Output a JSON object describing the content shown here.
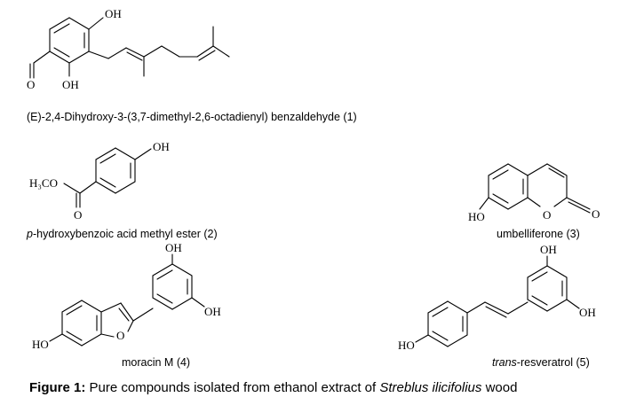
{
  "compounds": [
    {
      "id": 1,
      "name": "(E)-2,4-Dihydroxy-3-(3,7-dimethyl-2,6-octadienyl) benzaldehyde (1)",
      "labels": {
        "oh_top": "OH",
        "oh_bottom": "OH",
        "o": "O"
      }
    },
    {
      "id": 2,
      "name_prefix": "p",
      "name_rest": "-hydroxybenzoic acid methyl ester (2)",
      "labels": {
        "oh": "OH",
        "ome": "H₃CO",
        "o": "O"
      }
    },
    {
      "id": 3,
      "name": "umbelliferone (3)",
      "labels": {
        "ho": "HO",
        "o_ring": "O",
        "o_co": "O"
      }
    },
    {
      "id": 4,
      "name": "moracin M (4)",
      "labels": {
        "oh_top": "OH",
        "oh_right": "OH",
        "ho": "HO",
        "o": "O"
      }
    },
    {
      "id": 5,
      "name_prefix": "trans",
      "name_rest": "-resveratrol (5)",
      "labels": {
        "oh_top": "OH",
        "oh_right": "OH",
        "ho": "HO"
      }
    }
  ],
  "figure_caption": {
    "label": "Figure 1:",
    "text_before": " Pure compounds isolated from ethanol extract of ",
    "species": "Streblus ilicifolius",
    "text_after": " wood"
  }
}
